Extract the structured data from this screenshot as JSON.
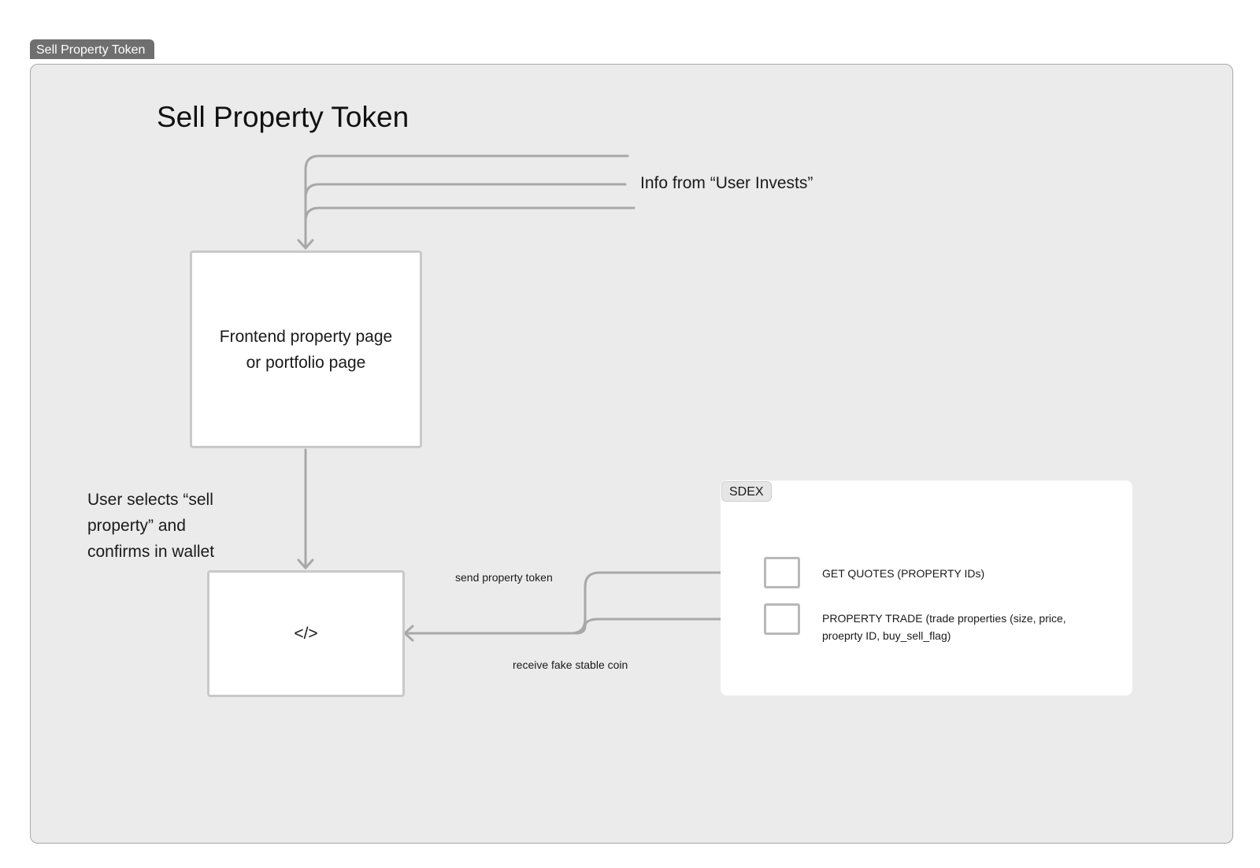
{
  "frame": {
    "tab_label": "Sell Property Token"
  },
  "title": "Sell Property Token",
  "info_label": "Info from “User Invests”",
  "frontend_box": {
    "line1": "Frontend property page",
    "line2": "or portfolio page"
  },
  "user_note": {
    "line1": "User selects “sell",
    "line2": "property” and",
    "line3": "confirms in wallet"
  },
  "code_box": {
    "label": "</>"
  },
  "edges": {
    "send": "send property token",
    "receive": "receive fake stable coin"
  },
  "sdex": {
    "label": "SDEX",
    "functions": [
      {
        "label": "GET QUOTES (PROPERTY IDs)"
      },
      {
        "line1": "PROPERTY TRADE (trade properties (size, price,",
        "line2": "proeprty ID, buy_sell_flag)"
      }
    ]
  },
  "colors": {
    "frame_bg": "#ebebeb",
    "connector": "#a8a8a8",
    "box_border": "#c9c9c9",
    "tab_bg": "#6f6f6f"
  }
}
